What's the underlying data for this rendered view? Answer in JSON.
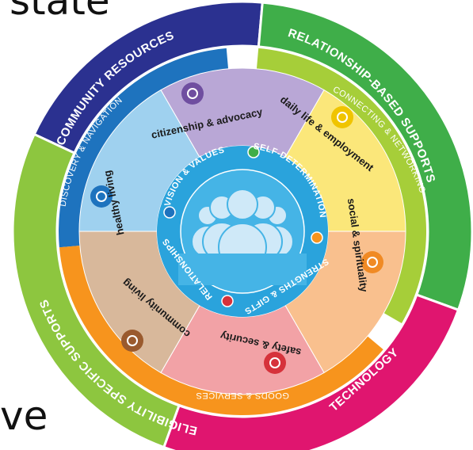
{
  "background_text": {
    "top": "state",
    "bottom": "ve"
  },
  "outer_ring": [
    {
      "label": "COMMUNITY RESOURCES",
      "color": "#2b3190"
    },
    {
      "label": "RELATIONSHIP-BASED SUPPORTS",
      "color": "#3fae49"
    },
    {
      "label": "TECHNOLOGY",
      "color": "#e0156f"
    },
    {
      "label": "ELIGIBILITY SPECIFIC SUPPORTS",
      "color": "#8dc63f"
    }
  ],
  "middle_ring": [
    {
      "label": "DISCOVERY & NAVIGATION",
      "color": "#1e73be"
    },
    {
      "label": "CONNECTING & NETWORKING",
      "color": "#a6ce39"
    },
    {
      "label": "GOODS & SERVICES",
      "color": "#f7941d"
    }
  ],
  "life_domains": [
    {
      "label": "citizenship & advocacy",
      "color": "#b9a7d6",
      "icon_color": "#6f4ea0",
      "icon": "advocacy-icon"
    },
    {
      "label": "daily life & employment",
      "color": "#fbe77a",
      "icon_color": "#f0c400",
      "icon": "sun-icon"
    },
    {
      "label": "social & spirituality",
      "color": "#f9c08e",
      "icon_color": "#f08a24",
      "icon": "people-icon"
    },
    {
      "label": "safety & security",
      "color": "#f2a2a6",
      "icon_color": "#d6323b",
      "icon": "mouse-icon"
    },
    {
      "label": "community living",
      "color": "#d8b89b",
      "icon_color": "#9a5a2e",
      "icon": "house-icon"
    },
    {
      "label": "healthy living",
      "color": "#9fd1ef",
      "icon_color": "#1e73be",
      "icon": "apple-icon"
    }
  ],
  "core": {
    "color": "#2aa3dc",
    "ring": [
      {
        "label": "VISION & VALUES",
        "icon": "vision-icon"
      },
      {
        "label": "SELF-DETERMINATION",
        "icon": "self-determination-icon"
      },
      {
        "label": "STRENGTHS & GIFTS",
        "icon": "strengths-icon"
      },
      {
        "label": "RELATIONSHIPS",
        "icon": "relationships-icon"
      }
    ]
  }
}
